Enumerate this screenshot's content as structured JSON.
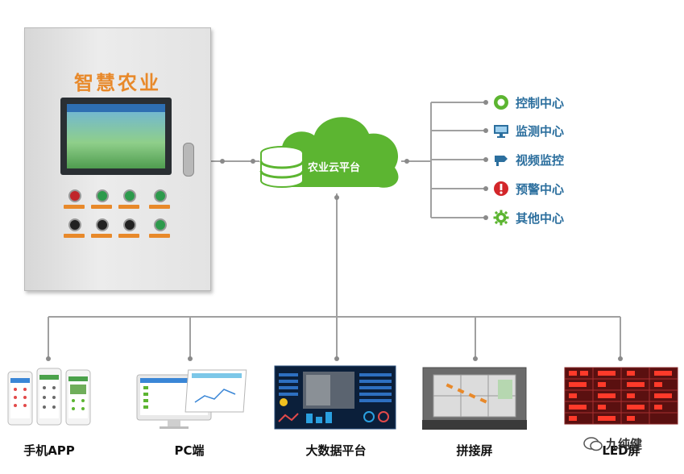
{
  "cabinet": {
    "title": "智慧农业"
  },
  "cloud": {
    "label": "农业云平台"
  },
  "centers": [
    {
      "label": "控制中心",
      "icon": "control-circle-icon"
    },
    {
      "label": "监测中心",
      "icon": "monitor-icon"
    },
    {
      "label": "视频监控",
      "icon": "camera-icon"
    },
    {
      "label": "预警中心",
      "icon": "warning-icon"
    },
    {
      "label": "其他中心",
      "icon": "gear-icon"
    }
  ],
  "devices": [
    {
      "label": "手机APP"
    },
    {
      "label": "PC端"
    },
    {
      "label": "大数据平台"
    },
    {
      "label": "拼接屏"
    },
    {
      "label": "LED屏"
    }
  ],
  "watermark": {
    "text": "九纯健"
  },
  "colors": {
    "accent_green": "#5cb531",
    "menu_blue": "#2c6f9e",
    "title_orange": "#e8892a",
    "line_gray": "#9a9a9a"
  }
}
